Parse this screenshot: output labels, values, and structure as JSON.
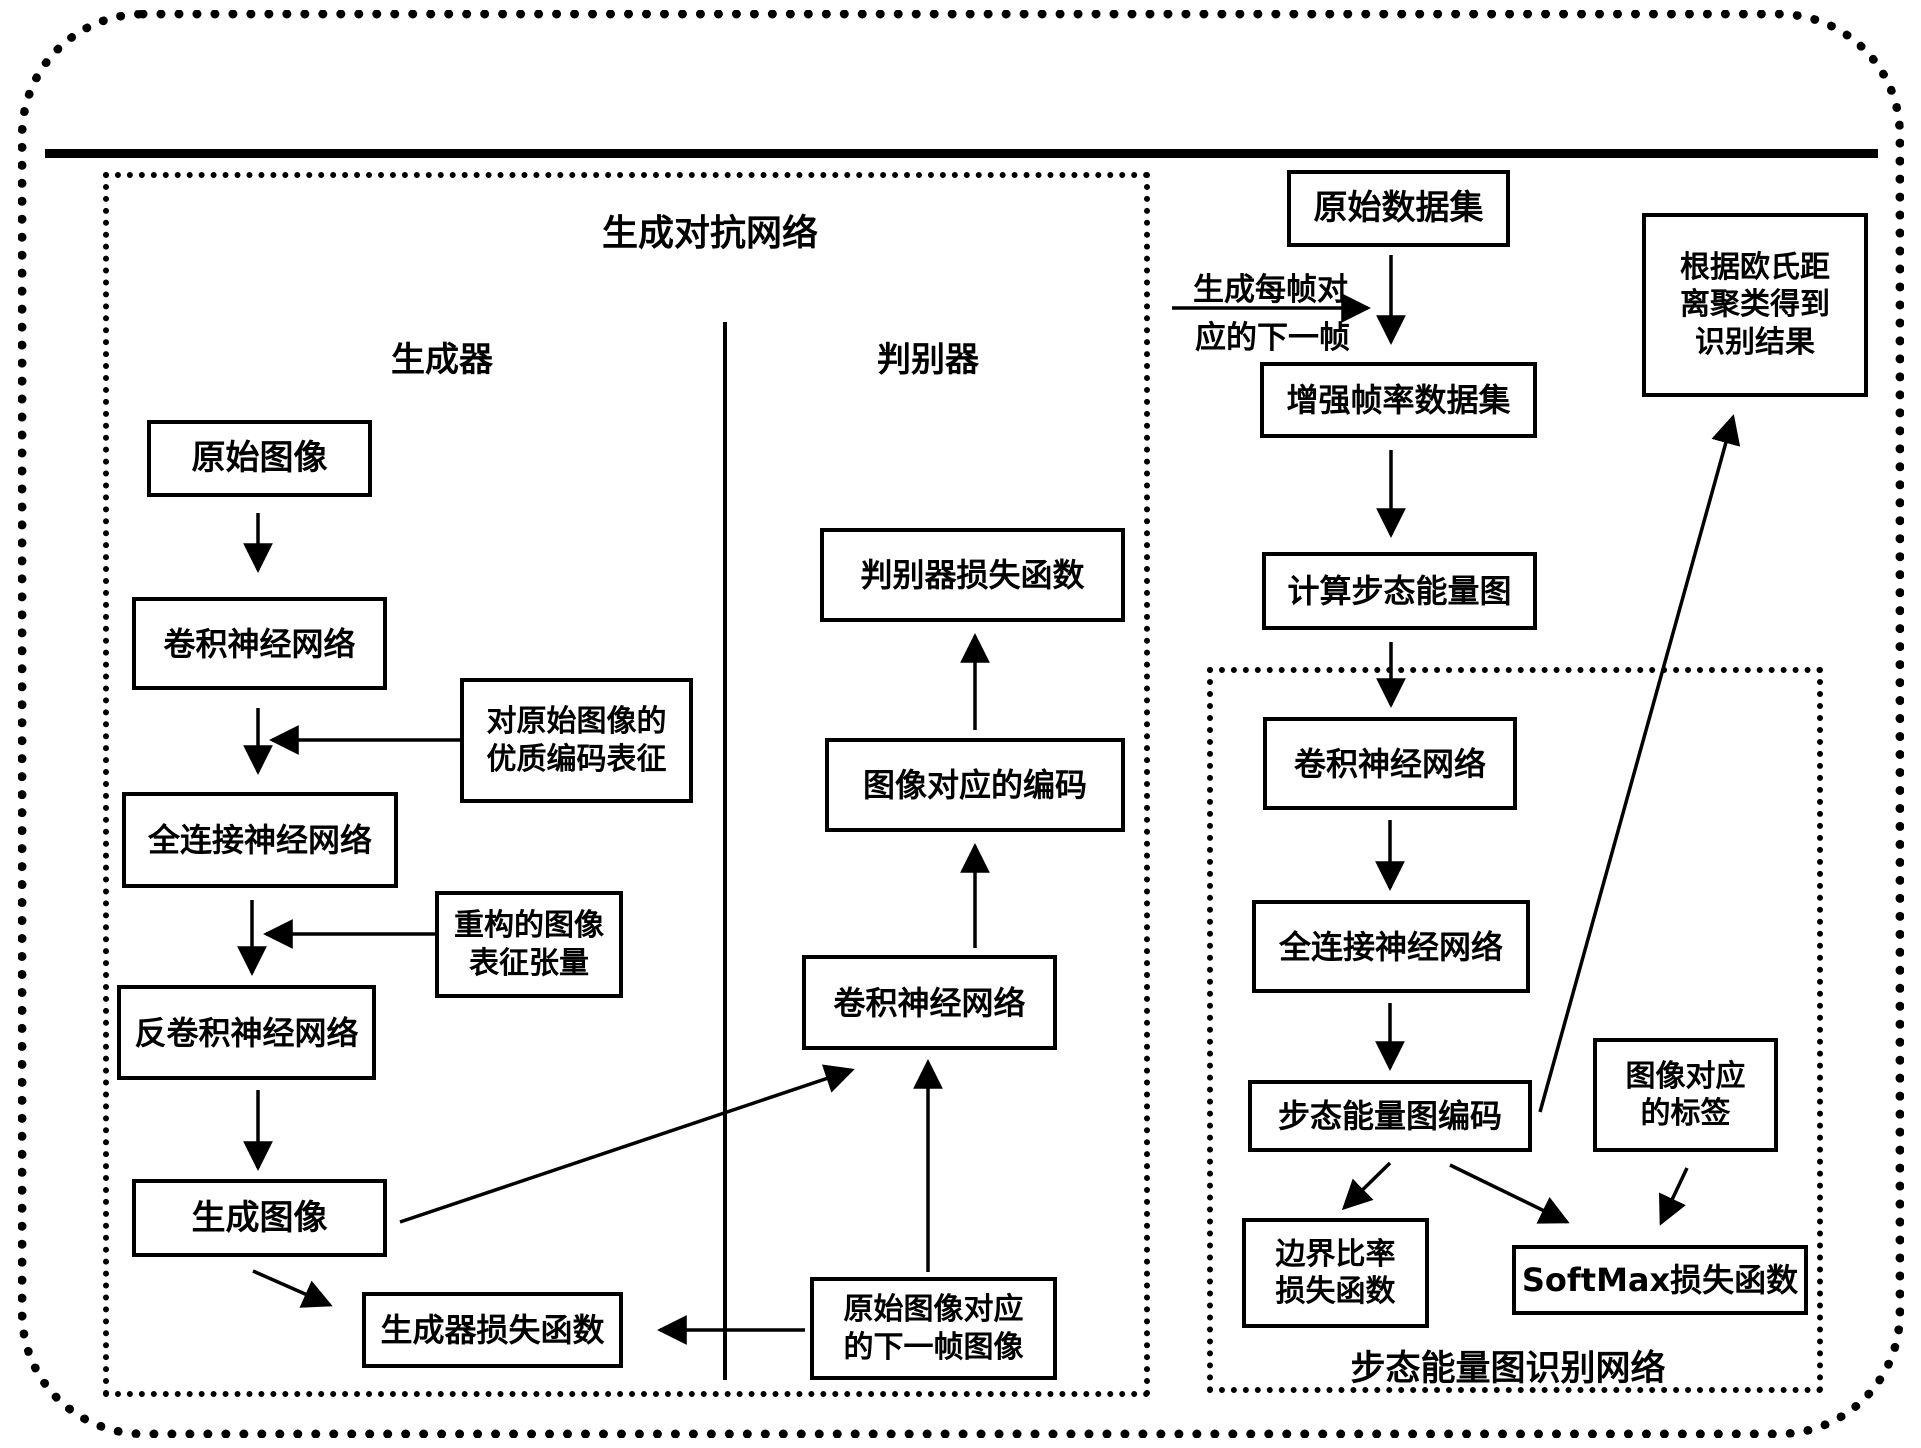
{
  "diagram": {
    "top_title": "生成对抗网络",
    "gan": {
      "generator_label": "生成器",
      "discriminator_label": "判别器",
      "original_image": "原始图像",
      "cnn_generator": "卷积神经网络",
      "fc_generator": "全连接神经网络",
      "deconv_network": "反卷积神经网络",
      "generated_image": "生成图像",
      "generator_loss": "生成器损失函数",
      "encode_rep": {
        "line1": "对原始图像的",
        "line2": "优质编码表征"
      },
      "recon_tensor": {
        "line1": "重构的图像",
        "line2": "表征张量"
      },
      "discriminator_loss": "判别器损失函数",
      "image_encoding": "图像对应的编码",
      "cnn_discriminator": "卷积神经网络",
      "next_frame_image": {
        "line1": "原始图像对应",
        "line2": "的下一帧图像"
      }
    },
    "pipeline": {
      "original_dataset": "原始数据集",
      "gen_next_frame_label": {
        "line1": "生成每帧对",
        "line2": "应的下一帧"
      },
      "enhanced_dataset": "增强帧率数据集",
      "compute_gei": "计算步态能量图",
      "cnn_recognition": "卷积神经网络",
      "fc_recognition": "全连接神经网络",
      "gei_encoding": "步态能量图编码",
      "boundary_ratio_loss": {
        "line1": "边界比率",
        "line2": "损失函数"
      },
      "softmax_loss": "SoftMax损失函数",
      "image_label": {
        "line1": "图像对应",
        "line2": "的标签"
      },
      "euclidean_result": {
        "line1": "根据欧氏距",
        "line2": "离聚类得到",
        "line3": "识别结果"
      },
      "recognition_net_label": "步态能量图识别网络"
    },
    "edges": [
      {
        "from": "原始图像",
        "to": "卷积神经网络(生成器)"
      },
      {
        "from": "卷积神经网络(生成器)",
        "to": "全连接神经网络(生成器)"
      },
      {
        "from": "对原始图像的优质编码表征",
        "to": "卷积神经网络→全连接神经网络连线"
      },
      {
        "from": "全连接神经网络(生成器)",
        "to": "反卷积神经网络"
      },
      {
        "from": "重构的图像表征张量",
        "to": "全连接神经网络→反卷积神经网络连线"
      },
      {
        "from": "反卷积神经网络",
        "to": "生成图像"
      },
      {
        "from": "生成图像",
        "to": "生成器损失函数"
      },
      {
        "from": "生成图像",
        "to": "卷积神经网络(判别器)"
      },
      {
        "from": "原始图像对应的下一帧图像",
        "to": "卷积神经网络(判别器)"
      },
      {
        "from": "原始图像对应的下一帧图像",
        "to": "生成器损失函数"
      },
      {
        "from": "卷积神经网络(判别器)",
        "to": "图像对应的编码"
      },
      {
        "from": "图像对应的编码",
        "to": "判别器损失函数"
      },
      {
        "from": "原始数据集",
        "to": "增强帧率数据集",
        "label": "生成每帧对应的下一帧"
      },
      {
        "from": "增强帧率数据集",
        "to": "计算步态能量图"
      },
      {
        "from": "计算步态能量图",
        "to": "卷积神经网络(识别)"
      },
      {
        "from": "卷积神经网络(识别)",
        "to": "全连接神经网络(识别)"
      },
      {
        "from": "全连接神经网络(识别)",
        "to": "步态能量图编码"
      },
      {
        "from": "步态能量图编码",
        "to": "边界比率损失函数"
      },
      {
        "from": "步态能量图编码",
        "to": "SoftMax损失函数"
      },
      {
        "from": "图像对应的标签",
        "to": "SoftMax损失函数"
      },
      {
        "from": "步态能量图编码",
        "to": "根据欧氏距离聚类得到识别结果"
      }
    ],
    "colors": {
      "ink": "#000000",
      "background": "#ffffff"
    }
  }
}
